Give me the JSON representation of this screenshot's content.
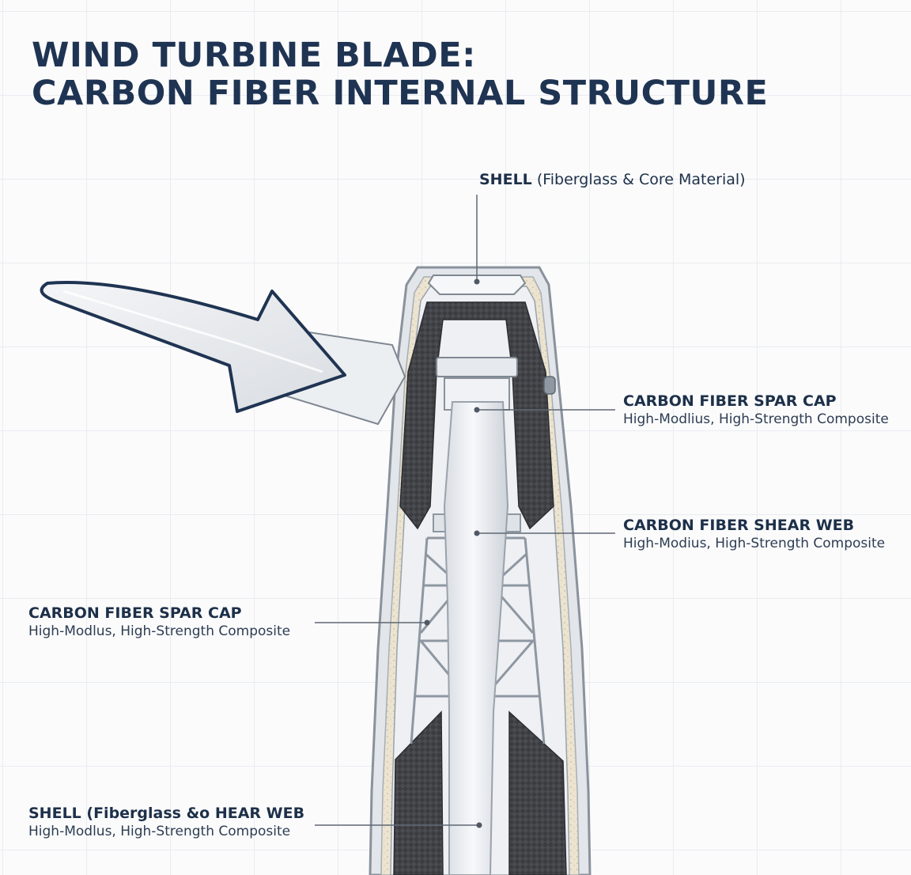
{
  "title": {
    "line1": "WIND TURBINE BLADE:",
    "line2": "CARBON FIBER INTERNAL STRUCTURE"
  },
  "labels": {
    "shell_top": {
      "bold": "SHELL",
      "rest": " (Fiberglass & Core Material)"
    },
    "spar_cap_right": {
      "heading": "CARBON FIBER SPAR CAP",
      "sub": "High-Modlius, High-Strength Composite"
    },
    "shear_web_right": {
      "heading": "CARBON FIBER SHEAR WEB",
      "sub": "High-Modius, High-Strength Composite"
    },
    "spar_cap_left": {
      "heading": "CARBON FIBER SPAR CAP",
      "sub": "High-Modlus, High-Strength Composite"
    },
    "shell_bottom": {
      "heading": "SHELL (Fiberglass &o HEAR WEB",
      "sub": "High-Modlus, High-Strength Composite"
    }
  },
  "colors": {
    "title": "#1f3452",
    "carbon": "#3c3e42",
    "shell_outline": "#8a929c",
    "shell_fill": "#e4e7eb",
    "core_material": "#ebe3cf",
    "leader": "#6d7682"
  }
}
